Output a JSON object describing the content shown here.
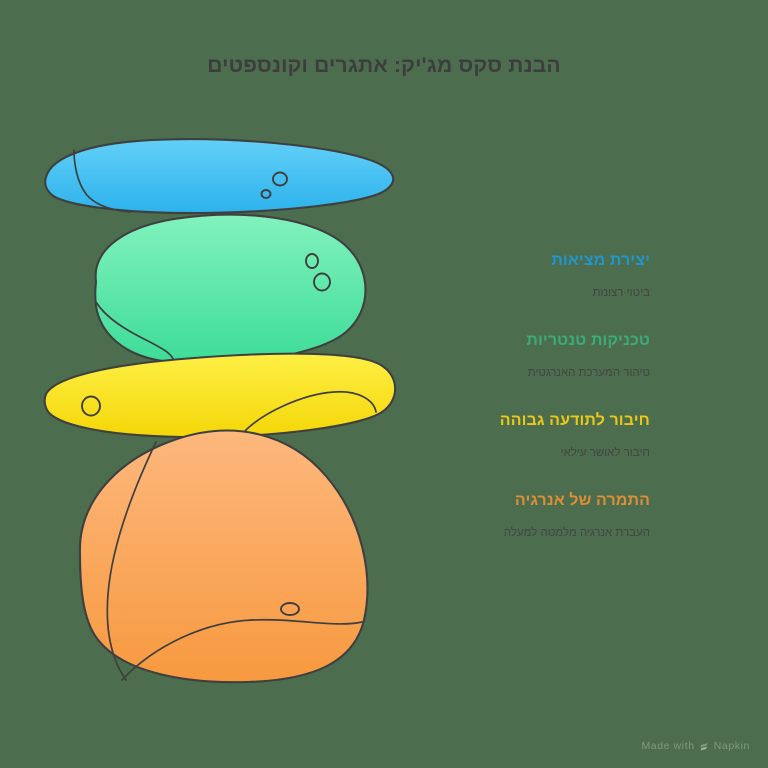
{
  "title": "הבנת סקס מג'יק: אתגרים וקונספטים",
  "illustration": {
    "name": "stacked-stones-illustration",
    "stones": [
      {
        "id": "stone-blue",
        "label": "blue-flat-stone",
        "fill_top": "#5ecdf5",
        "fill_bottom": "#2fb4ec",
        "stroke": "#3f3f3f"
      },
      {
        "id": "stone-green",
        "label": "green-rounded-stone",
        "fill_top": "#7df0b8",
        "fill_bottom": "#3ddd9a",
        "stroke": "#3f3f3f"
      },
      {
        "id": "stone-yellow",
        "label": "yellow-elongated-stone",
        "fill_top": "#fced3f",
        "fill_bottom": "#f5d90a",
        "stroke": "#3f3f3f"
      },
      {
        "id": "stone-orange",
        "label": "orange-large-stone",
        "fill_top": "#fcb479",
        "fill_bottom": "#f79a46",
        "stroke": "#3f3f3f"
      }
    ]
  },
  "legend": {
    "items": [
      {
        "title": "יצירת מציאות",
        "subtitle": "ביטוי רצונות",
        "color": "#2196cd"
      },
      {
        "title": "טכניקות טנטריות",
        "subtitle": "טיהור המערכת האנרגטית",
        "color": "#3cab79"
      },
      {
        "title": "חיבור לתודעה גבוהה",
        "subtitle": "חיבור לאושר עילאי",
        "color": "#ebc718"
      },
      {
        "title": "התמרה של אנרגיה",
        "subtitle": "העברת אנרגיה מלמטה למעלה",
        "color": "#dd8f36"
      }
    ]
  },
  "watermark": {
    "prefix": "Made with",
    "brand": "Napkin",
    "icon": "napkin-logo-icon",
    "color": "#7d9a7e"
  },
  "theme": {
    "background": "#4c6d4e",
    "title_color": "#3d3d3d",
    "subtitle_color": "#454545"
  }
}
